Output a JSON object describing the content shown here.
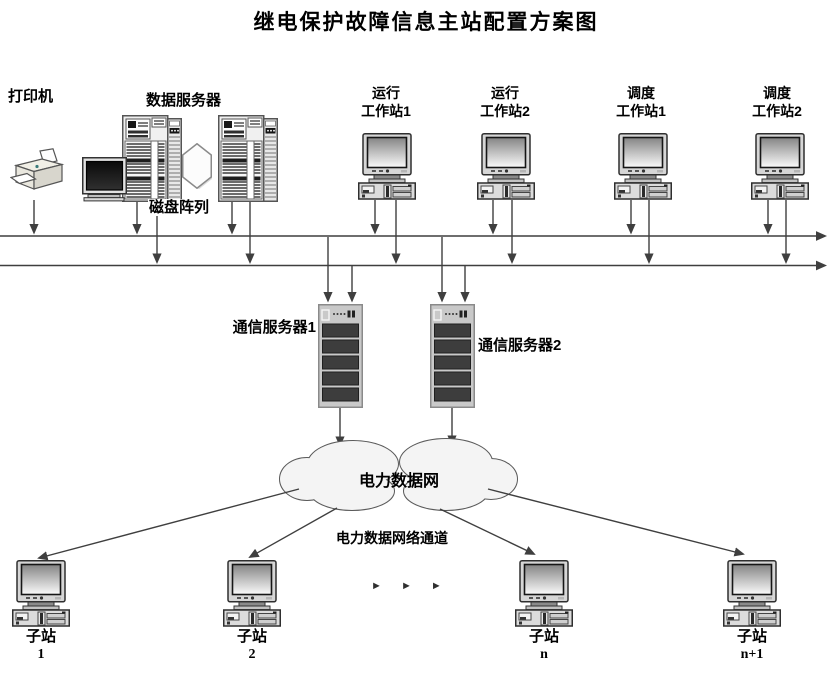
{
  "title": "继电保护故障信息主站配置方案图",
  "devices": {
    "printer": {
      "label": "打印机"
    },
    "data_server": {
      "label": "数据服务器"
    },
    "disk_array": {
      "label": "磁盘阵列"
    },
    "workstations": [
      {
        "line1": "运行",
        "line2": "工作站1"
      },
      {
        "line1": "运行",
        "line2": "工作站2"
      },
      {
        "line1": "调度",
        "line2": "工作站1"
      },
      {
        "line1": "调度",
        "line2": "工作站2"
      }
    ],
    "comm_servers": [
      {
        "label": "通信服务器1"
      },
      {
        "label": "通信服务器2"
      }
    ]
  },
  "network": {
    "cloud_label": "电力数据网",
    "channel_label": "电力数据网络通道",
    "ellipsis": "► ► ►"
  },
  "substations": [
    {
      "name": "子站",
      "number": "1"
    },
    {
      "name": "子站",
      "number": "2"
    },
    {
      "name": "子站",
      "number": "n"
    },
    {
      "name": "子站",
      "number": "n+1"
    }
  ],
  "colors": {
    "line": "#3f3f3f",
    "text": "#000000",
    "background": "#ffffff"
  }
}
